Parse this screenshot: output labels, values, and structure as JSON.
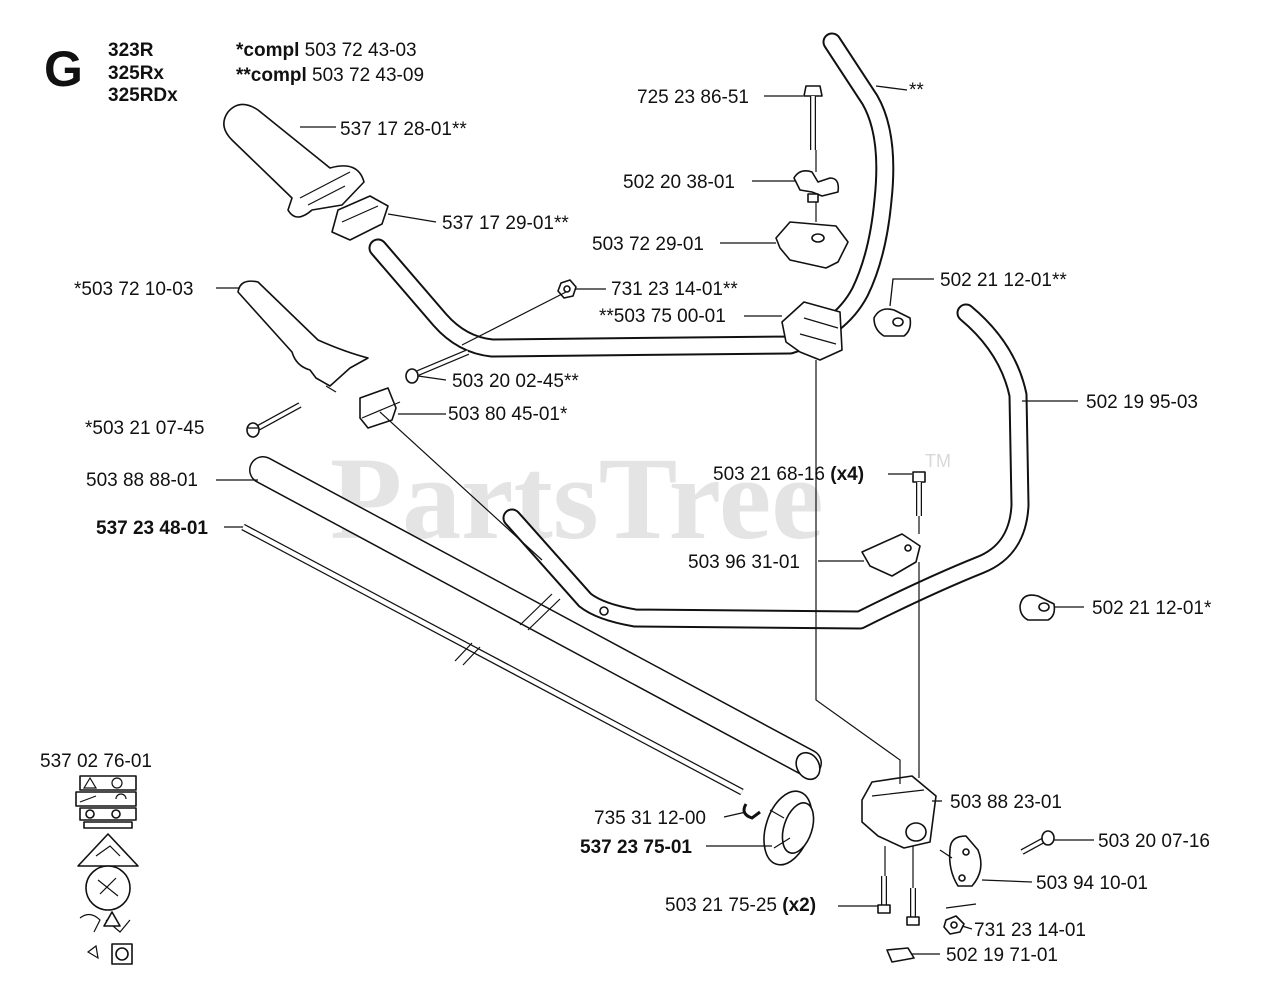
{
  "header": {
    "section_letter": "G",
    "models": [
      "323R",
      "325Rx",
      "325RDx"
    ],
    "compl_1_prefix": "*compl",
    "compl_1_number": "503 72 43-03",
    "compl_2_prefix": "**compl",
    "compl_2_number": "503 72 43-09"
  },
  "watermark": {
    "text": "PartsTree",
    "tm": "TM"
  },
  "labels": {
    "bolt_top": "725 23 86-51",
    "handle_right_top": "**",
    "grip_upper": "537 17 28-01**",
    "wing_nut": "502 20 38-01",
    "grip_clamp": "537 17 29-01**",
    "clamp_top": "503 72 29-01",
    "knob_right_top": "502 21 12-01**",
    "grip_alt": "*503 72 10-03",
    "nut_small_top": "731 23 14-01**",
    "clamp_lower": "**503 75 00-01",
    "handle_lower": "502 19 95-03",
    "screw_long": "503 20 02-45**",
    "screw_left": "*503 21 07-45",
    "grip_clamp_alt": "503 80 45-01*",
    "shaft_tube": "503 88 88-01",
    "screw_x4_number": "503 21 68-16",
    "screw_x4_qty": "(x4)",
    "drive_shaft": "537 23 48-01",
    "bracket": "503 96 31-01",
    "knob_right_lower": "502 21 12-01*",
    "decal_set": "537 02 76-01",
    "clip": "735 31 12-00",
    "clamp_housing": "503 88 23-01",
    "screw_side": "503 20 07-16",
    "flange": "537 23 75-01",
    "cap": "503 94 10-01",
    "screw_x2_number": "503 21 75-25",
    "screw_x2_qty": "(x2)",
    "nut_small_bottom": "731 23 14-01",
    "square_nut": "502 19 71-01"
  }
}
